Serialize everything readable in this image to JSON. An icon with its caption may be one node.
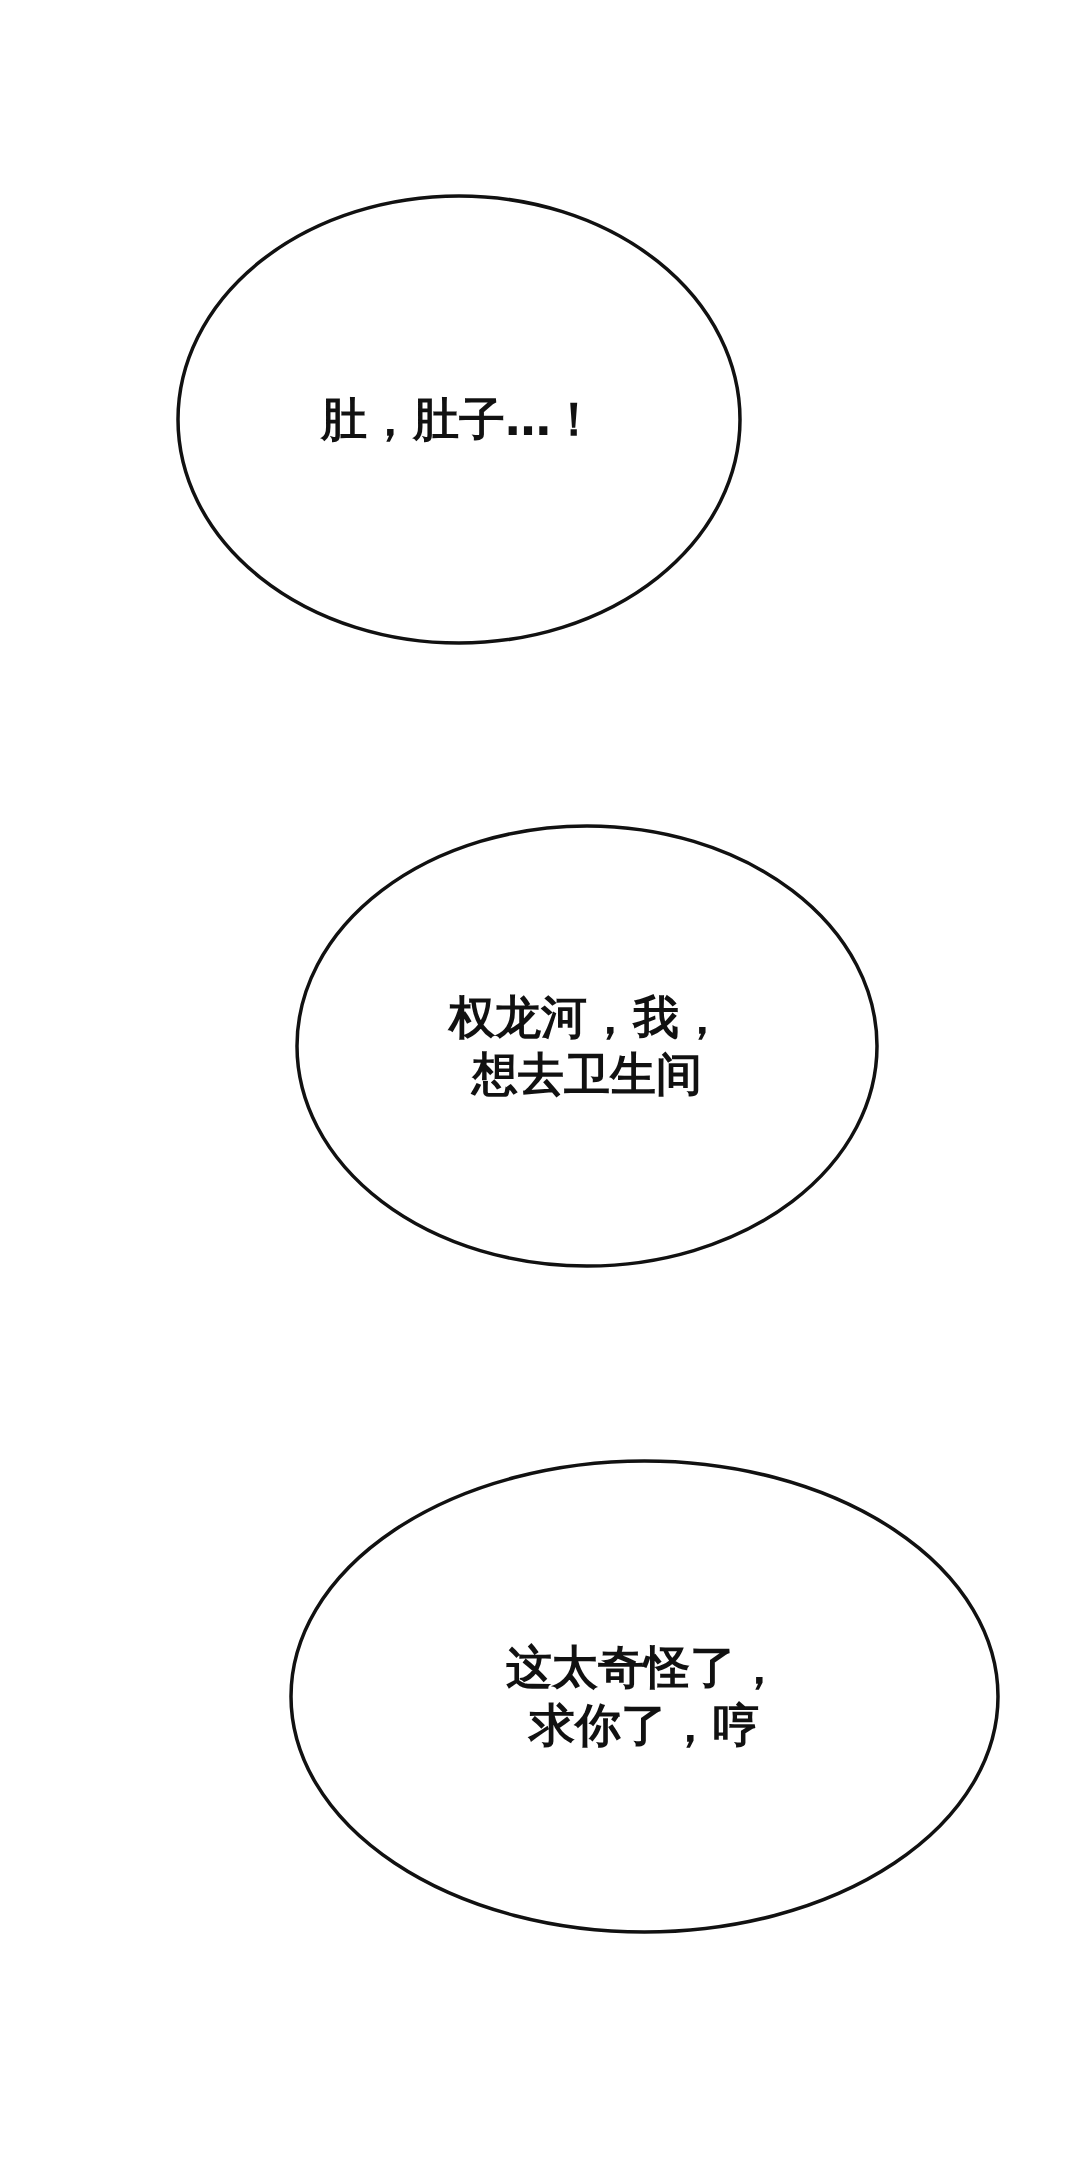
{
  "diagram": {
    "nodes": [
      {
        "text": [
          "肚，肚子…！"
        ]
      },
      {
        "text": [
          "权龙河，我，想去卫生间"
        ]
      },
      {
        "text": [
          "这太奇怪了，求你了，哼"
        ]
      }
    ]
  }
}
